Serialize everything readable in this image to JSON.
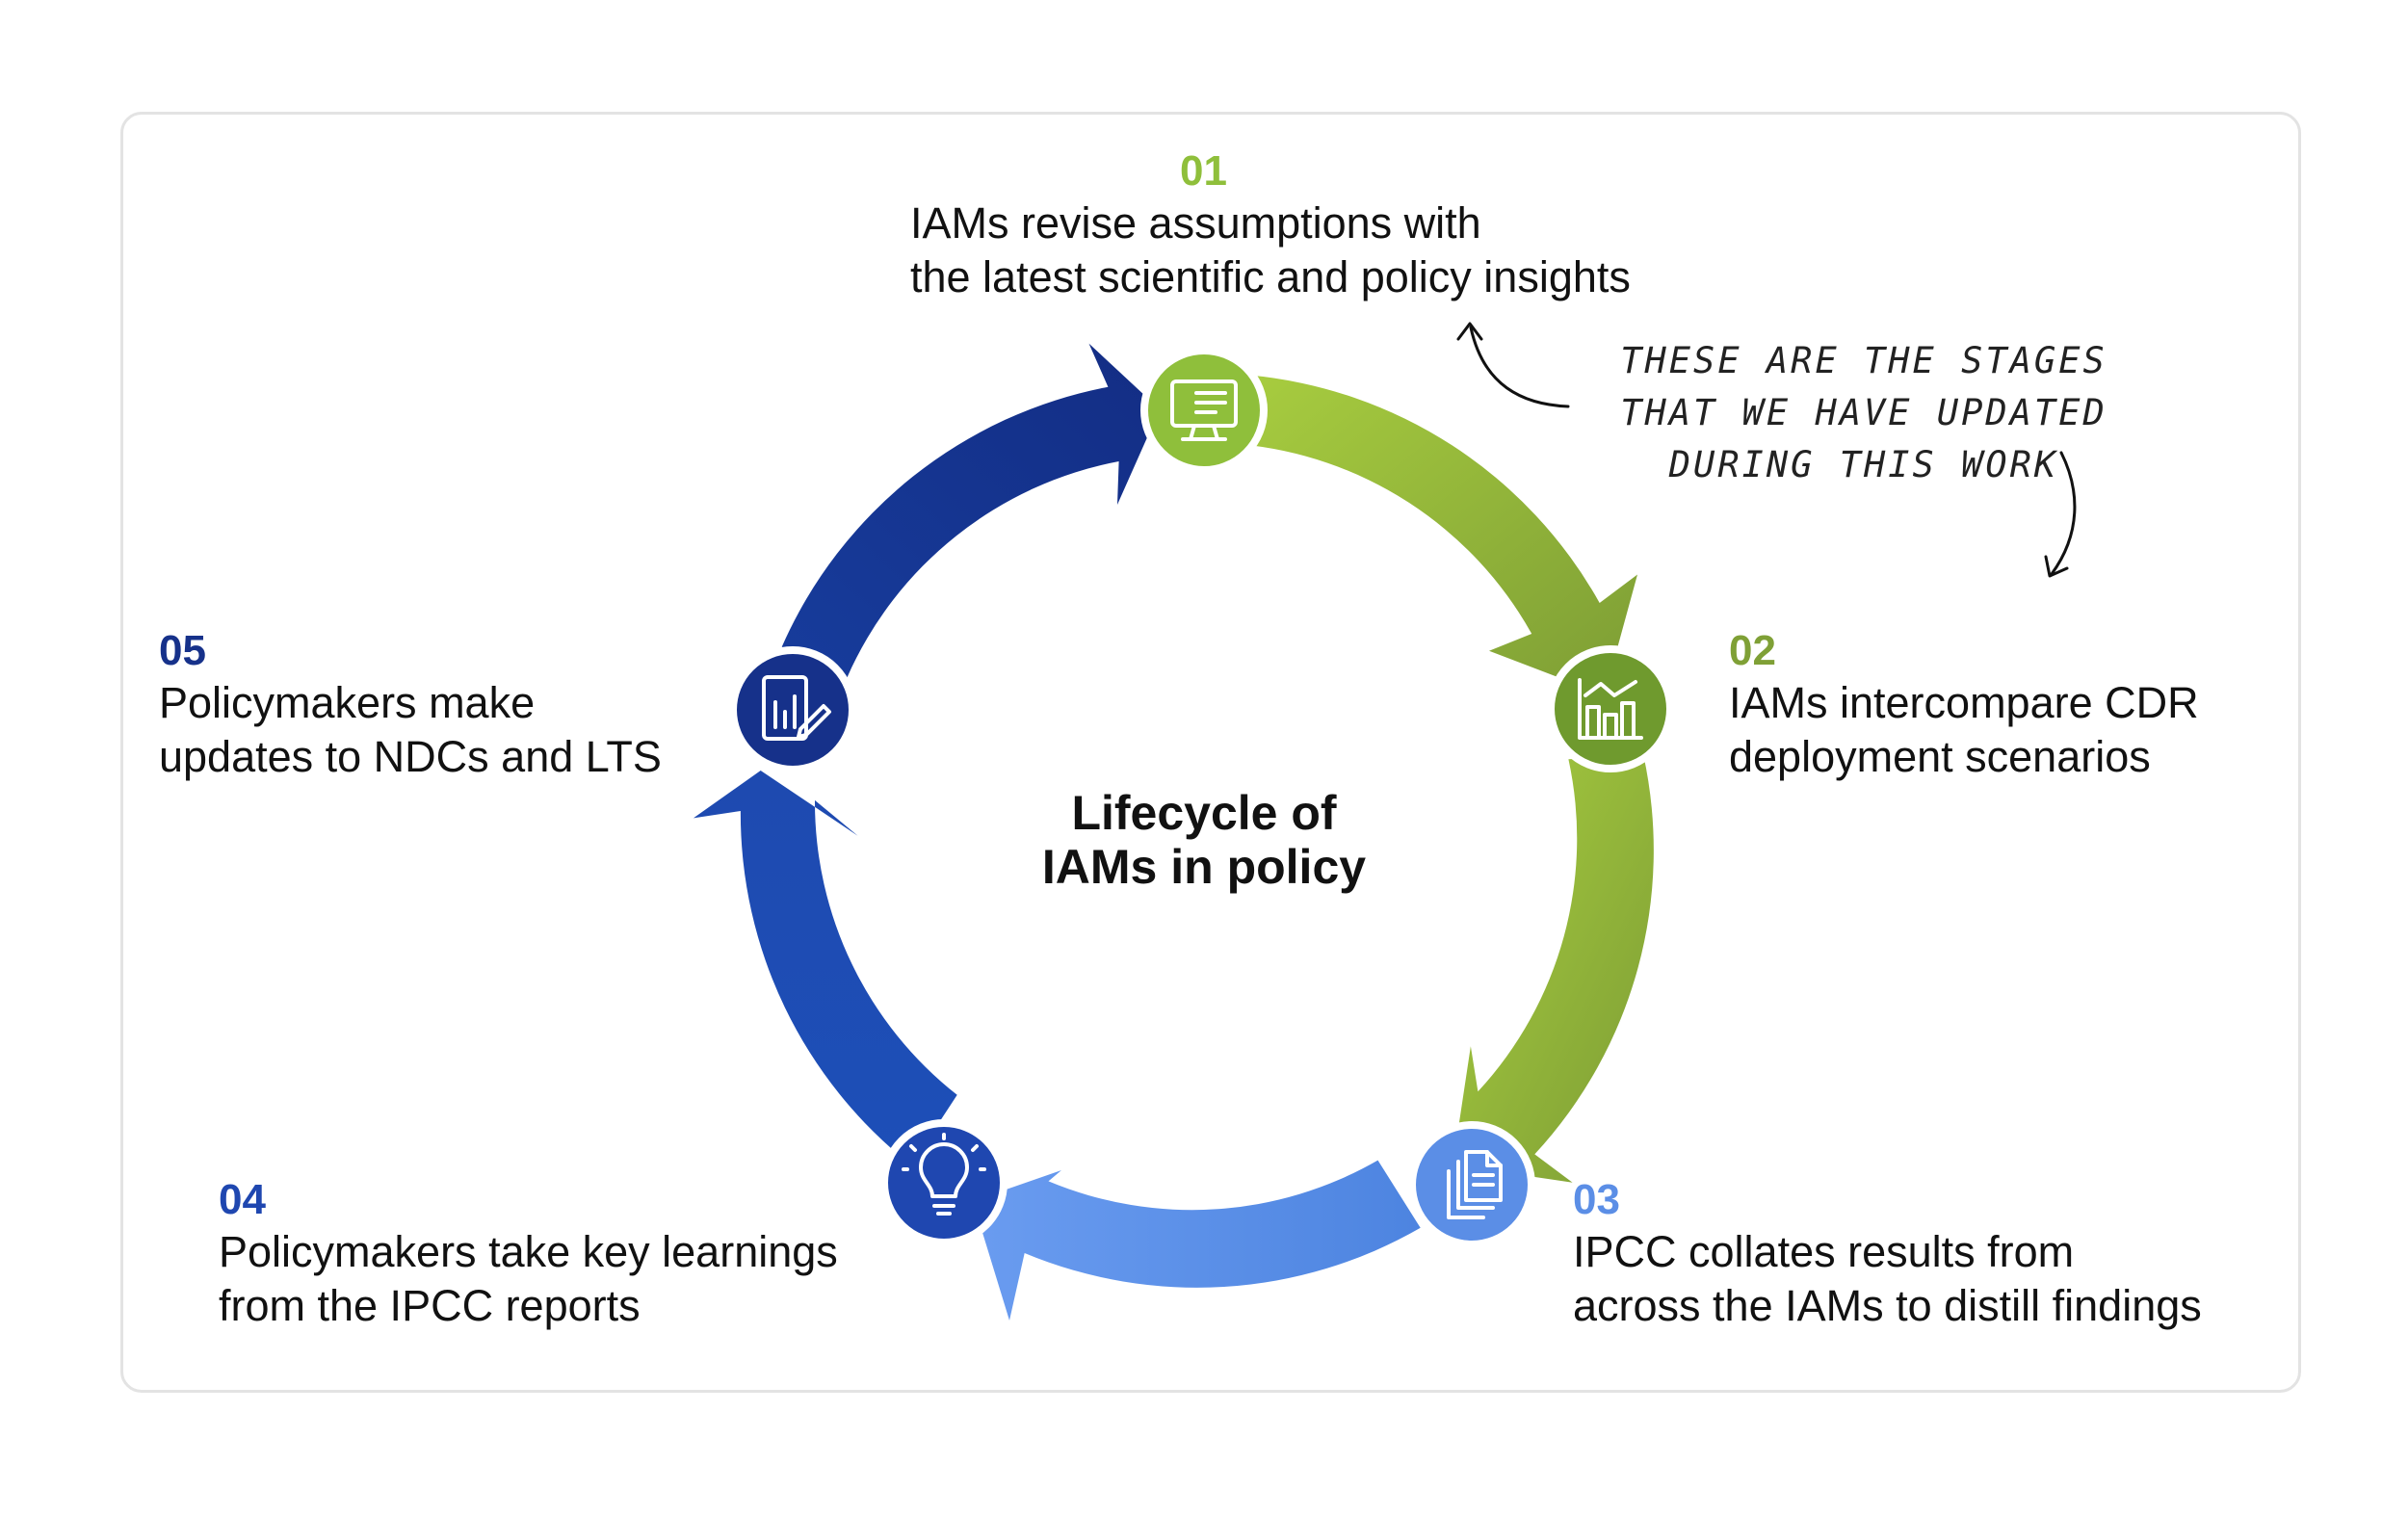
{
  "center": {
    "title_line1": "Lifecycle of",
    "title_line2": "IAMs in policy"
  },
  "stages": [
    {
      "num": "01",
      "line1": "IAMs revise assumptions with",
      "line2": "the latest scientific and policy insights",
      "icon": "monitor-icon",
      "color": "#8fbf3b"
    },
    {
      "num": "02",
      "line1": "IAMs intercompare CDR",
      "line2": "deployment scenarios",
      "icon": "bar-chart-icon",
      "color": "#6f9a2e"
    },
    {
      "num": "03",
      "line1": "IPCC collates results from",
      "line2": "across the IAMs to distill findings",
      "icon": "documents-icon",
      "color": "#5b8ee6"
    },
    {
      "num": "04",
      "line1": "Policymakers take key learnings",
      "line2": "from the IPCC reports",
      "icon": "lightbulb-icon",
      "color": "#1f47b0"
    },
    {
      "num": "05",
      "line1": "Policymakers make",
      "line2": "updates to NDCs and LTS",
      "icon": "report-edit-icon",
      "color": "#16318a"
    }
  ],
  "annotation": {
    "line1": "THESE ARE THE STAGES",
    "line2": "THAT WE HAVE UPDATED",
    "line3": "DURING THIS WORK"
  },
  "colors": {
    "green_light": "#a6cb3e",
    "green_dark": "#7fa036",
    "blue_light": "#5b90e8",
    "blue_mid": "#1f4db3",
    "blue_dark": "#15318a",
    "card_border": "#e3e3e3"
  }
}
